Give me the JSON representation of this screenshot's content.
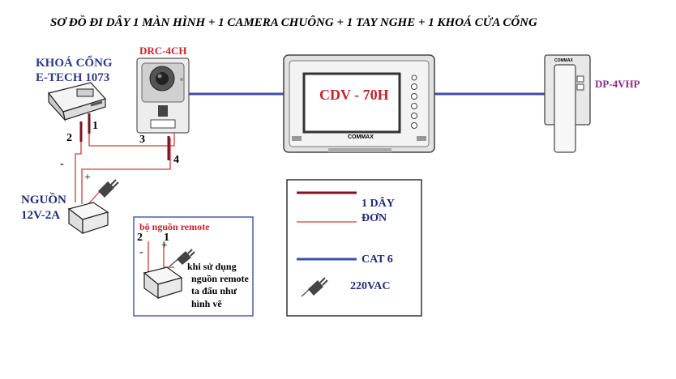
{
  "title": "SƠ ĐỒ ĐI DÂY 1 MÀN HÌNH + 1 CAMERA CHUÔNG + 1 TAY NGHE + 1 KHOÁ CỬA CỔNG",
  "lock": {
    "line1": "KHOÁ CỔNG",
    "line2": "E-TECH 1073"
  },
  "camera": {
    "label": "DRC-4CH"
  },
  "monitor": {
    "label": "CDV - 70H",
    "brand": "COMMAX"
  },
  "handset": {
    "label": "DP-4VHP",
    "brand": "COMMAX"
  },
  "power": {
    "line1": "NGUỒN",
    "line2": "12V-2A"
  },
  "wire_numbers": {
    "n1": "1",
    "n2": "2",
    "n3": "3",
    "n4": "4",
    "minus": "-",
    "plus": "+"
  },
  "remote_box": {
    "title": "bộ nguồn remote",
    "n2": "2",
    "n1": "1",
    "minus": "-",
    "plus": "+",
    "note": [
      "khi sử dụng",
      "nguồn remote",
      "ta đấu như",
      "hình vẽ"
    ]
  },
  "legend": {
    "single_wire": [
      "1 DÂY",
      "ĐƠN"
    ],
    "cat6": "CAT 6",
    "ac": "220VAC"
  },
  "colors": {
    "thick_wire": "#7a1522",
    "thin_wire": "#d23a3a",
    "cat6": "#3d4fa8",
    "box_border": "#33449a"
  }
}
